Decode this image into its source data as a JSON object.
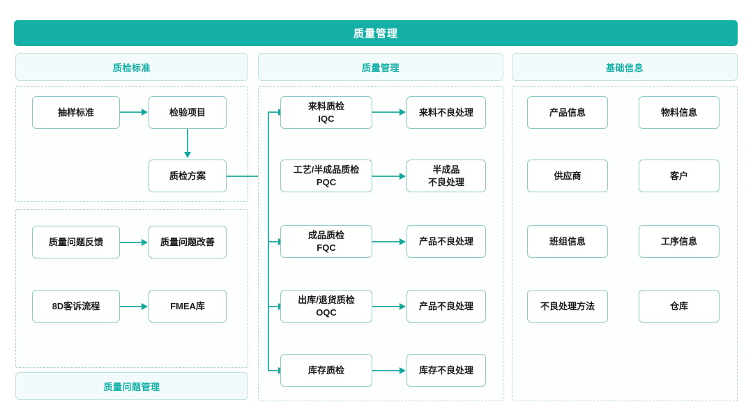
{
  "banner": {
    "title": "质量管理"
  },
  "columns": {
    "left": {
      "header": "质检标准",
      "footer_label": "质量问题管理",
      "group_a": [
        {
          "label": "抽样标准"
        },
        {
          "label": "检验项目"
        },
        {
          "label": "质检方案"
        }
      ],
      "group_b": [
        {
          "label": "质量问题反馈"
        },
        {
          "label": "质量问题改善"
        },
        {
          "label": "8D客诉流程"
        },
        {
          "label": "FMEA库"
        }
      ]
    },
    "middle": {
      "header": "质量管理",
      "rows": [
        {
          "source": "来料质检\nIQC",
          "target": "来料不良处理"
        },
        {
          "source": "工艺/半成品质检\nPQC",
          "target": "半成品\n不良处理"
        },
        {
          "source": "成品质检\nFQC",
          "target": "产品不良处理"
        },
        {
          "source": "出库/退货质检\nOQC",
          "target": "产品不良处理"
        },
        {
          "source": "库存质检",
          "target": "库存不良处理"
        }
      ]
    },
    "right": {
      "header": "基础信息",
      "items": [
        {
          "label": "产品信息"
        },
        {
          "label": "物料信息"
        },
        {
          "label": "供应商"
        },
        {
          "label": "客户"
        },
        {
          "label": "班组信息"
        },
        {
          "label": "工序信息"
        },
        {
          "label": "不良处理方法"
        },
        {
          "label": "仓库"
        }
      ]
    }
  },
  "colors": {
    "accent": "#14B0A6",
    "line": "#35B0A8",
    "box_border": "#8CC9C7",
    "panel_bg": "#F2FAFB",
    "dashed_border": "#AFD4D6"
  }
}
